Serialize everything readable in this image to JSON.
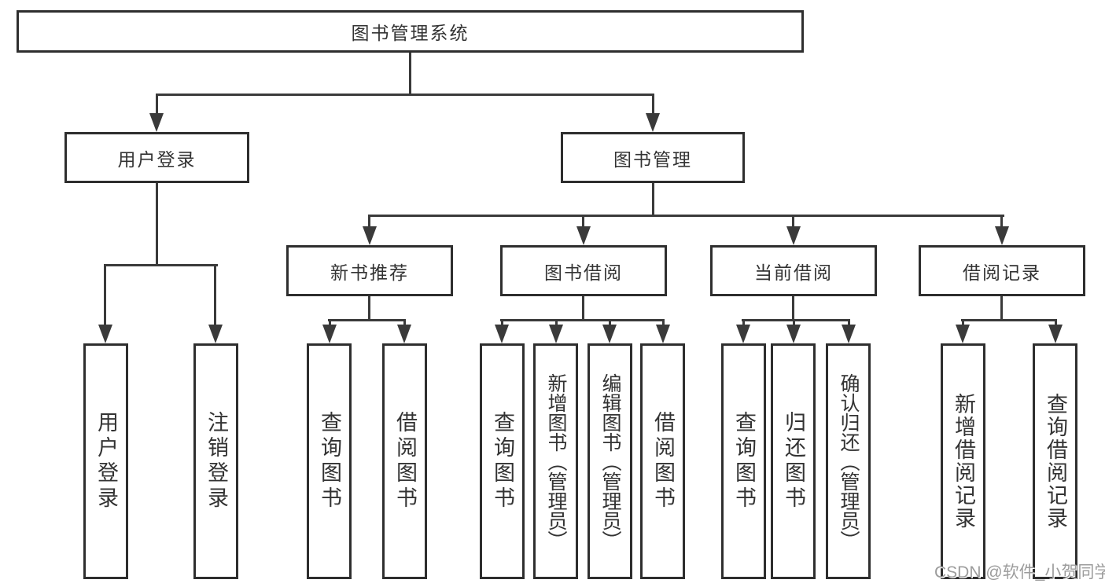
{
  "diagram_title": "图书管理系统",
  "tree": {
    "label": "图书管理系统",
    "children": [
      {
        "label": "用户登录",
        "children": [
          {
            "label": "用户登录"
          },
          {
            "label": "注销登录"
          }
        ]
      },
      {
        "label": "图书管理",
        "children": [
          {
            "label": "新书推荐",
            "children": [
              {
                "label": "查询图书"
              },
              {
                "label": "借阅图书"
              }
            ]
          },
          {
            "label": "图书借阅",
            "children": [
              {
                "label": "查询图书"
              },
              {
                "label": "新增图书（管理员）"
              },
              {
                "label": "编辑图书（管理员）"
              },
              {
                "label": "借阅图书"
              }
            ]
          },
          {
            "label": "当前借阅",
            "children": [
              {
                "label": "查询图书"
              },
              {
                "label": "归还图书"
              },
              {
                "label": "确认归还（管理员）"
              }
            ]
          },
          {
            "label": "借阅记录",
            "children": [
              {
                "label": "新增借阅记录"
              },
              {
                "label": "查询借阅记录"
              }
            ]
          }
        ]
      }
    ]
  },
  "watermark": {
    "text": "CSDN @软件_小贺同学"
  },
  "colors": {
    "ink": "#333333",
    "line": "#3a3a3a",
    "box_border": "#2e2e2e",
    "background": "#ffffff",
    "watermark": "#9c9c9c"
  }
}
